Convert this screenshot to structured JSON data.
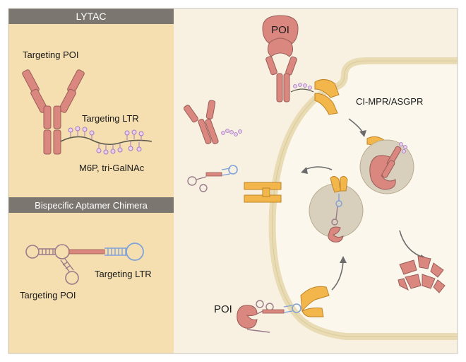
{
  "lytac": {
    "header": "LYTAC",
    "targeting_poi": "Targeting POI",
    "targeting_ltr": "Targeting LTR",
    "ligands": "M6P, tri-GalNAc"
  },
  "aptamer": {
    "header": "Bispecific Aptamer Chimera",
    "targeting_ltr": "Targeting LTR",
    "targeting_poi": "Targeting POI"
  },
  "cell": {
    "poi_top": "POI",
    "receptor": "CI-MPR/ASGPR",
    "poi_bottom": "POI"
  },
  "colors": {
    "left_panel": "#f5dfb0",
    "right_panel": "#f8f1e1",
    "header_bar": "#7b7670",
    "antibody": "#d9877f",
    "antibody_stroke": "#9a5d58",
    "receptor": "#f2b64b",
    "receptor_stroke": "#bf8426",
    "glycan": "#c79ad8",
    "aptamer_blue": "#7fa2d9",
    "aptamer_mauve": "#9a7a8a",
    "vesicle": "#d8cfbd",
    "membrane": "#e9dcb4"
  }
}
